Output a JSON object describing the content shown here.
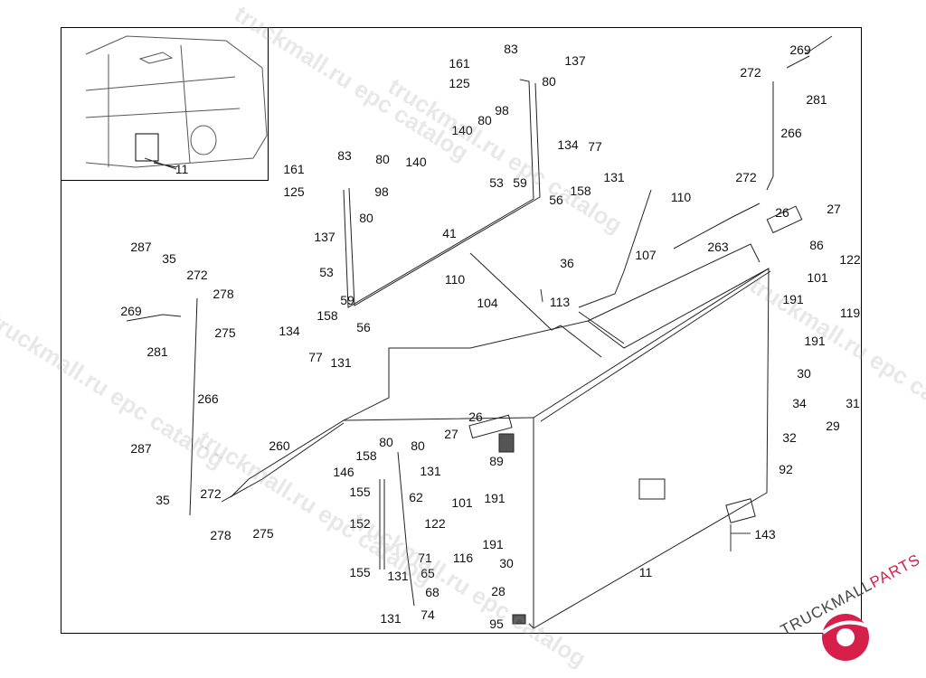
{
  "diagram": {
    "inset_callout": "11",
    "callouts": [
      "161",
      "83",
      "137",
      "125",
      "80",
      "98",
      "80",
      "140",
      "134",
      "77",
      "131",
      "161",
      "83",
      "80",
      "140",
      "125",
      "98",
      "53",
      "59",
      "56",
      "158",
      "80",
      "41",
      "137",
      "110",
      "36",
      "107",
      "263",
      "26",
      "27",
      "86",
      "122",
      "101",
      "119",
      "269",
      "272",
      "281",
      "266",
      "272",
      "53",
      "110",
      "104",
      "113",
      "59",
      "158",
      "56",
      "134",
      "77",
      "131",
      "287",
      "35",
      "272",
      "278",
      "275",
      "269",
      "281",
      "266",
      "287",
      "35",
      "272",
      "278",
      "275",
      "260",
      "191",
      "191",
      "30",
      "34",
      "31",
      "29",
      "32",
      "92",
      "143",
      "11",
      "26",
      "27",
      "89",
      "158",
      "80",
      "80",
      "146",
      "131",
      "155",
      "62",
      "152",
      "101",
      "191",
      "122",
      "116",
      "191",
      "30",
      "155",
      "131",
      "71",
      "65",
      "68",
      "131",
      "74",
      "28",
      "95"
    ]
  },
  "watermark": "truckmall.ru epc catalog",
  "logo": {
    "text_main": "TRUCKMALL",
    "text_accent": "PARTS",
    "accent_color": "#d6204a"
  }
}
